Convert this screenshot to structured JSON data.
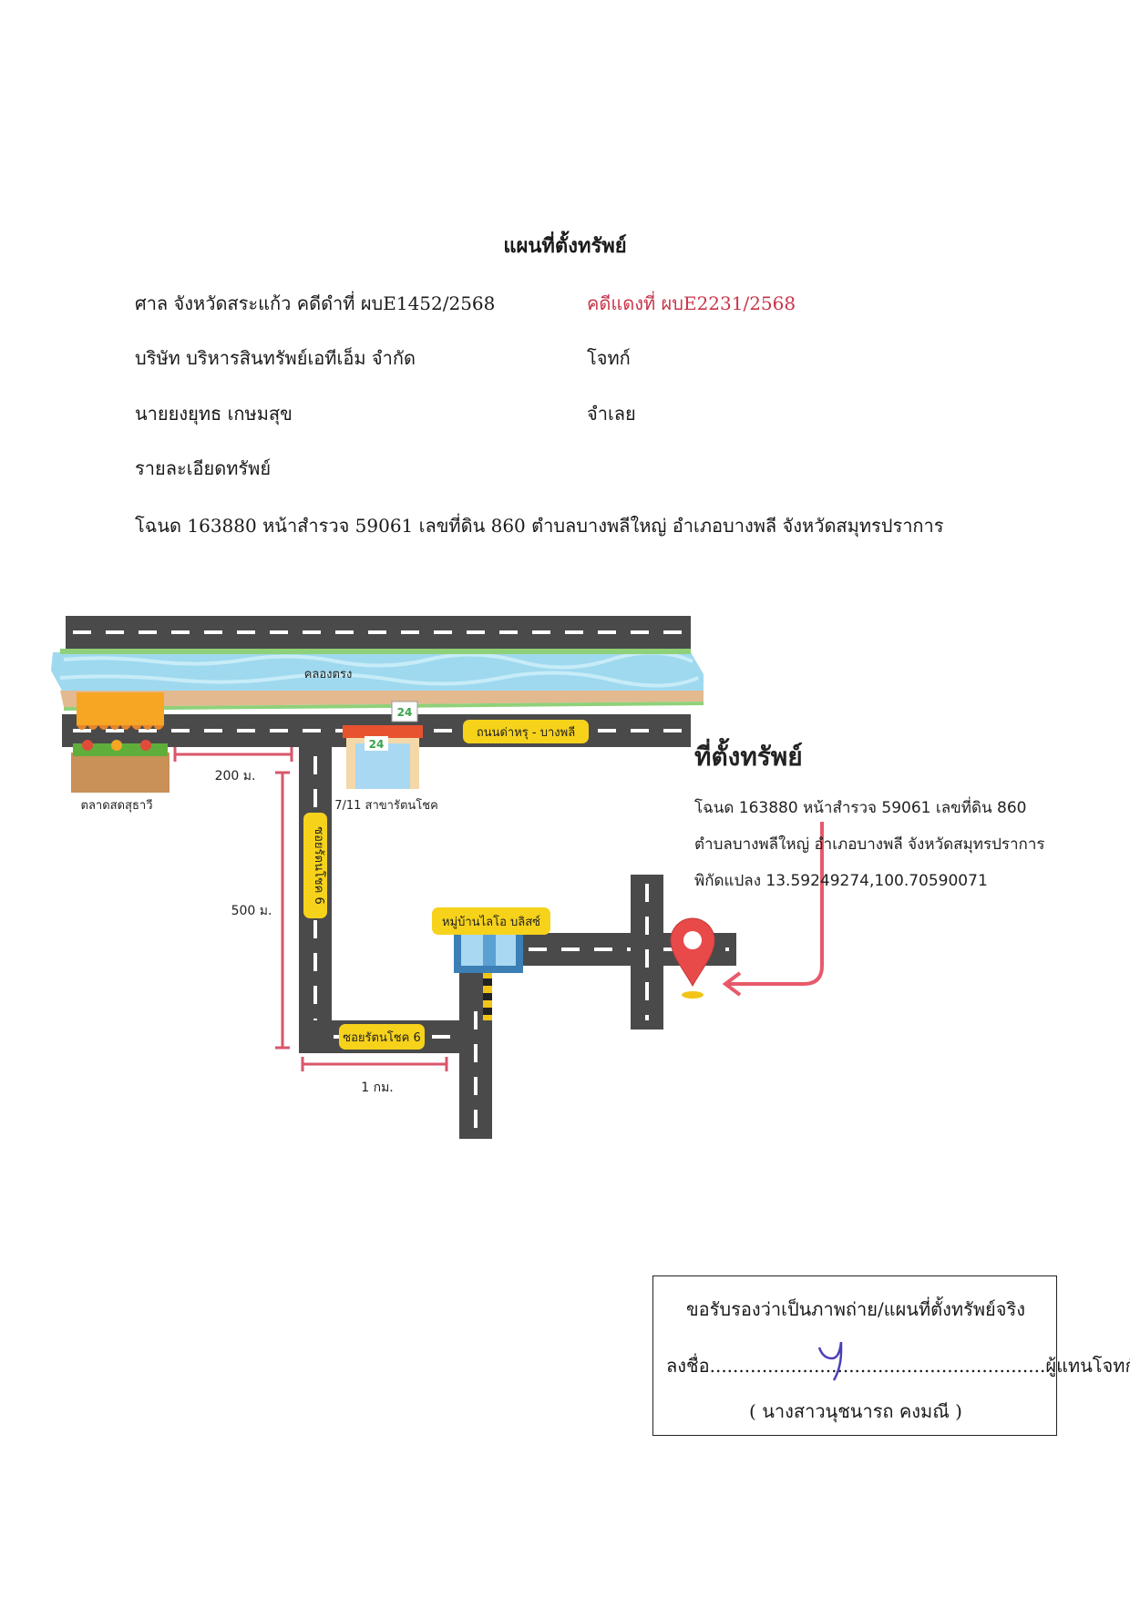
{
  "document": {
    "title": "แผนที่ตั้งทรัพย์",
    "court_line": "ศาล จังหวัดสระแก้ว คดีดำที่ ผบE1452/2568",
    "red_case": "คดีแดงที่ ผบE2231/2568",
    "plaintiff": "บริษัท บริหารสินทรัพย์เอทีเอ็ม จำกัด",
    "plaintiff_role": "โจทก์",
    "defendant": "นายยงยุทธ เกษมสุข",
    "defendant_role": "จำเลย",
    "asset_detail_label": "รายละเอียดทรัพย์",
    "deed_line": "โฉนด 163880 หน้าสำรวจ 59061 เลขที่ดิน 860 ตำบลบางพลีใหญ่ อำเภอบางพลี จังหวัดสมุทรปราการ"
  },
  "map": {
    "canal_label": "คลองตรง",
    "road_label": "ถนนด่าหรุ - บางพลี",
    "store_badge": "24",
    "market_label": "ตลาดสดสุธาวี",
    "store_label": "7/11 สาขารัตนโชค",
    "soi_vertical_label": "ซอยรัตนโชค 6",
    "soi_horizontal_label": "ซอยรัตนโชค 6",
    "village_label": "หมู่บ้านไลโอ บลิสซ์",
    "dist_200": "200 ม.",
    "dist_500": "500 ม.",
    "dist_1km": "1 กม.",
    "property_title": "ที่ตั้งทรัพย์",
    "property_line1": "โฉนด 163880 หน้าสำรวจ 59061 เลขที่ดิน 860",
    "property_line2": "ตำบลบางพลีใหญ่ อำเภอบางพลี จังหวัดสมุทรปราการ",
    "property_line3": "พิกัดแปลง 13.59249274,100.70590071",
    "colors": {
      "road": "#4a4a4a",
      "water": "#9fd9ef",
      "label_bg": "#f6d21b",
      "pin": "#e84a4a",
      "measure": "#d9566a"
    }
  },
  "certification": {
    "heading": "ขอรับรองว่าเป็นภาพถ่าย/แผนที่ตั้งทรัพย์จริง",
    "sign_prefix": "ลงชื่อ",
    "sign_suffix": "ผู้แทนโจทก์",
    "name": "( นางสาวนุชนารถ คงมณี )"
  }
}
